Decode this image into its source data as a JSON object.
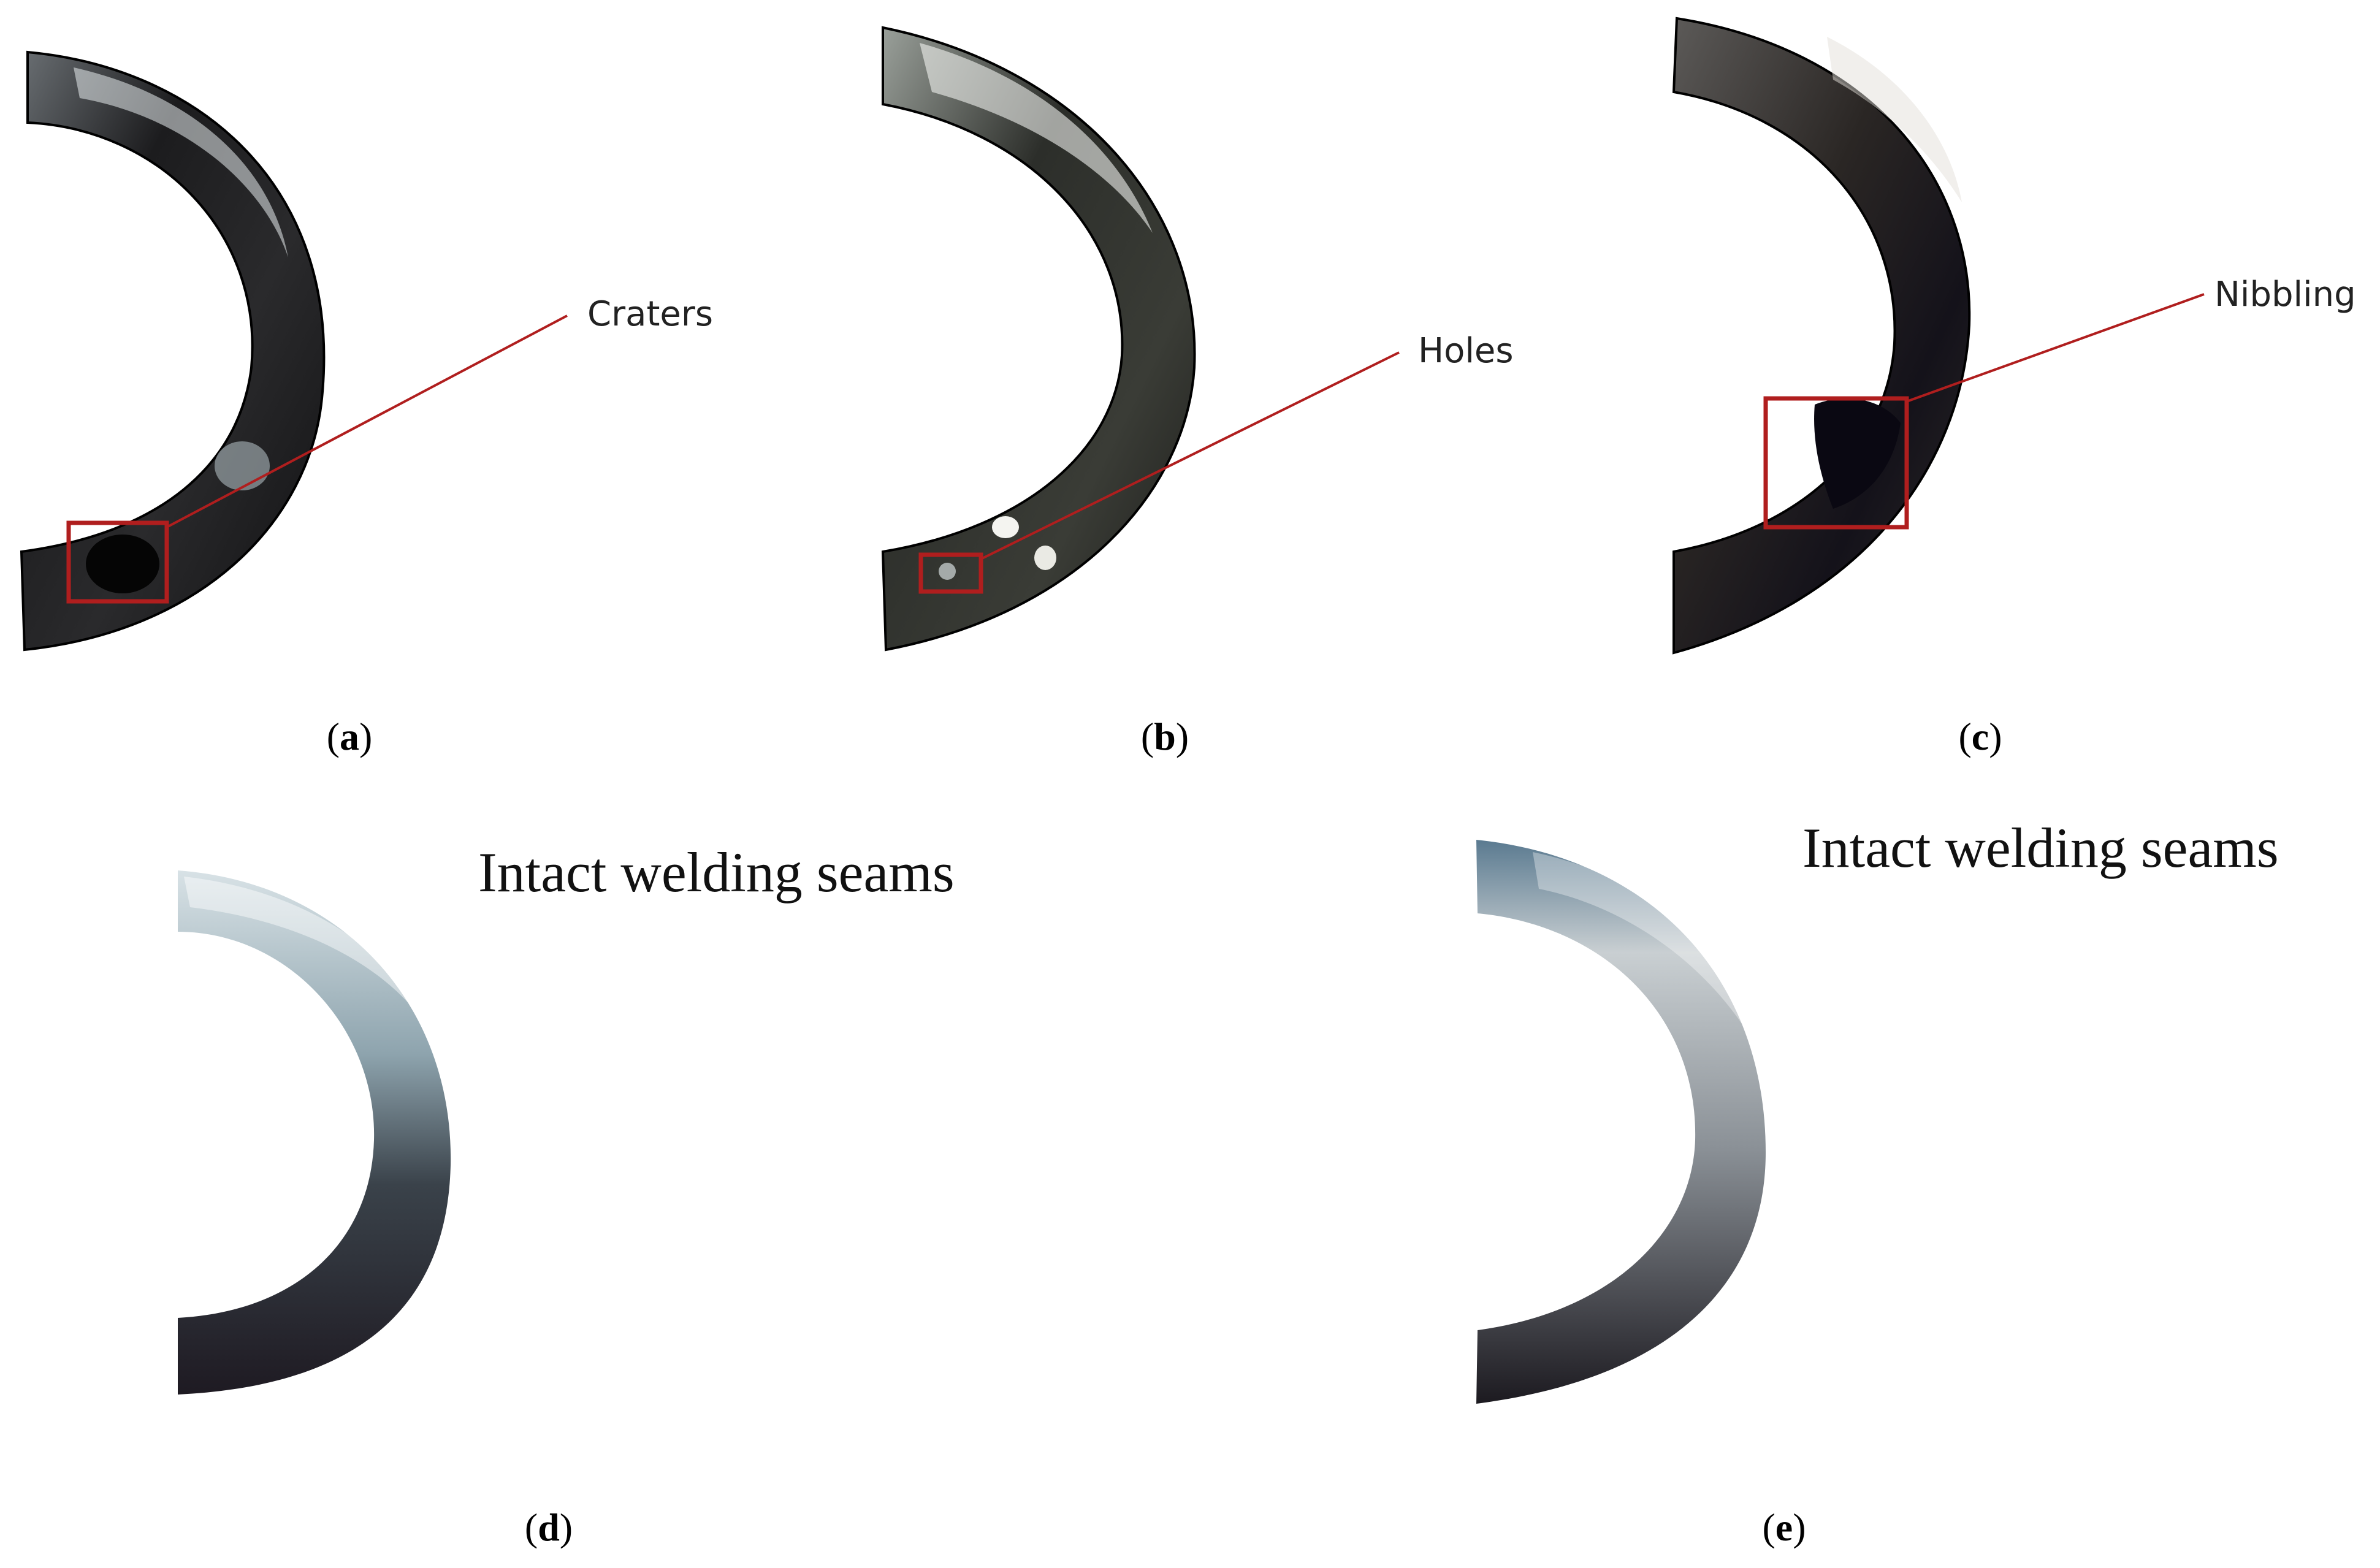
{
  "panels": [
    {
      "id": "a",
      "caption_letter": "a",
      "callout": "Craters"
    },
    {
      "id": "b",
      "caption_letter": "b",
      "callout": "Holes"
    },
    {
      "id": "c",
      "caption_letter": "c",
      "callout": "Nibbling"
    },
    {
      "id": "d",
      "caption_letter": "d",
      "label": "Intact welding seams"
    },
    {
      "id": "e",
      "caption_letter": "e",
      "label": "Intact welding seams"
    }
  ],
  "colors": {
    "callout_line": "#b01e1e",
    "callout_box": "#b01e1e",
    "dark_metal": "#1a1a1a",
    "bright_metal": "#c8d2d6",
    "background": "#ffffff"
  }
}
